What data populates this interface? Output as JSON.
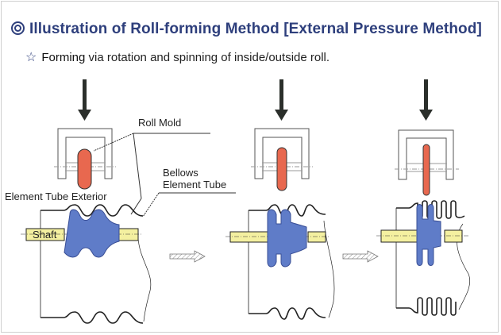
{
  "header": {
    "title": "Illustration of Roll-forming Method [External Pressure Method]",
    "title_icon": "double-circle-icon",
    "subtitle_lead": "Forming",
    "subtitle_rest": " via rotation and spinning of inside/outside roll.",
    "subtitle_icon": "star-outline-icon"
  },
  "labels": {
    "roll_mold": "Roll Mold",
    "bellows_line1": "Bellows",
    "bellows_line2": "Element Tube",
    "element_tube_exterior": "Element Tube Exterior",
    "shaft": "Shaft"
  },
  "stages": [
    {
      "name": "stage-1-initial"
    },
    {
      "name": "stage-2-intermediate"
    },
    {
      "name": "stage-3-final"
    }
  ],
  "colors": {
    "title": "#2e3f7c",
    "roll_mold": "#e8684f",
    "bellows_fill": "#5f7cc8",
    "shaft_fill": "#f4f0a0",
    "arrow": "#2b2f2b"
  }
}
